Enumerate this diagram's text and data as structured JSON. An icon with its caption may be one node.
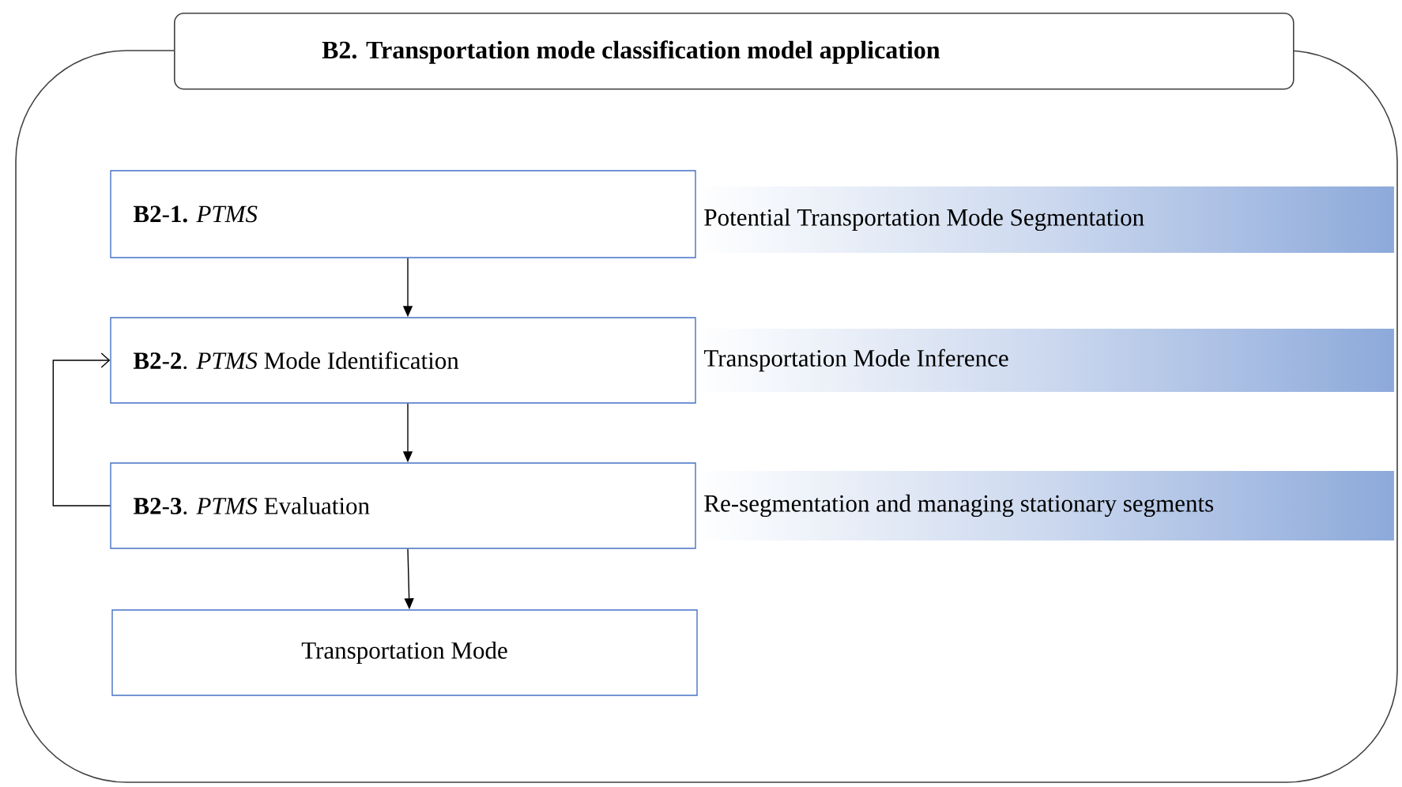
{
  "diagram": {
    "nodes": [
      {
        "text": [
          "B2. Transportation mode classification model application"
        ]
      },
      {
        "text": [
          "**B2**-**1.** *PTMS*"
        ],
        "in": 0
      },
      {
        "text": [
          "**B2**-**2**. *PTMS* Mode Identification"
        ],
        "in": 0
      },
      {
        "text": [
          "**B2**-**3**. *PTMS* Evaluation"
        ],
        "in": 0
      },
      {
        "text": [
          "Transportation Mode"
        ],
        "in": 0
      },
      {
        "text": [
          "Potential Transportation Mode Segmentation"
        ],
        "in": 0
      },
      {
        "text": [
          "Transportation Mode Inference"
        ],
        "in": 0
      },
      {
        "text": [
          "Re-segmentation and managing stationary segments"
        ],
        "in": 0
      }
    ],
    "edges": [
      {
        "from": 1,
        "to": 2,
        "arrow": "to"
      },
      {
        "from": 2,
        "to": 3,
        "arrow": "to"
      },
      {
        "from": 3,
        "to": 4,
        "arrow": "to"
      },
      {
        "from": 3,
        "to": 2,
        "arrow": "to"
      }
    ]
  }
}
